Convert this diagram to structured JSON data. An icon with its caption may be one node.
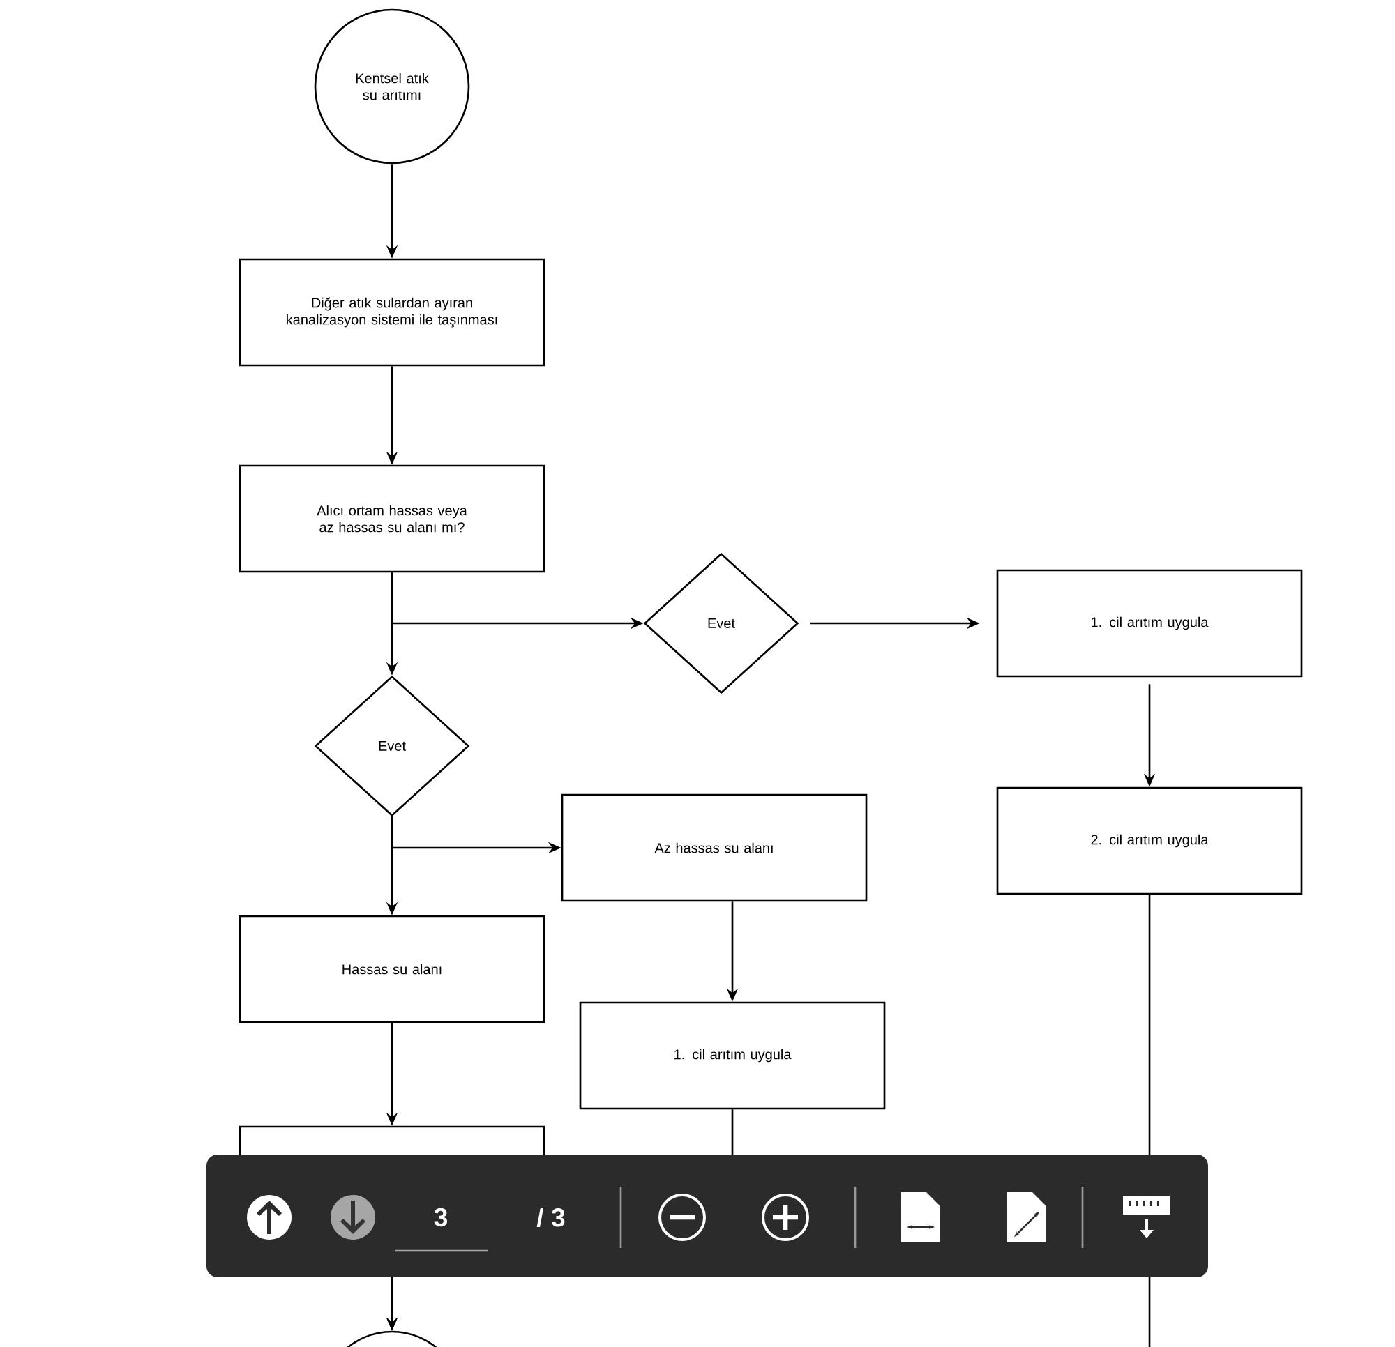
{
  "diagram": {
    "nodes": [
      {
        "text": [
          "Kentsel atık su arıtımı"
        ]
      },
      {
        "text": [
          "Diğer atık sulardan ayıran kanalizasyon sistemi ile taşınması"
        ]
      },
      {
        "text": [
          "Alıcı ortam hassas veya az hassas su alanı mı?"
        ]
      },
      {
        "text": [
          "Evet"
        ]
      },
      {
        "text": [
          "1. cil arıtım uygula"
        ]
      },
      {
        "text": [
          "Evet"
        ]
      },
      {
        "text": [
          "Az hassas su alanı"
        ]
      },
      {
        "text": [
          "2. cil arıtım uygula"
        ]
      },
      {
        "text": [
          "Hassas su alanı"
        ]
      },
      {
        "text": [
          "1. cil arıtım uygula"
        ]
      },
      {
        "text": [],
        "shape": "box"
      },
      {
        "text": [],
        "shape": "circle"
      }
    ],
    "edges": [
      {
        "from": 0,
        "to": 1,
        "arrow": "to"
      },
      {
        "from": 1,
        "to": 2,
        "arrow": "to"
      },
      {
        "from": 2,
        "to": 3,
        "arrow": "to"
      },
      {
        "from": 2,
        "to": 5,
        "arrow": "to"
      },
      {
        "from": 3,
        "to": 4,
        "arrow": "to"
      },
      {
        "from": 4,
        "to": 7,
        "arrow": "to"
      },
      {
        "from": 5,
        "to": 6,
        "arrow": "to"
      },
      {
        "from": 5,
        "to": 8,
        "arrow": "to"
      },
      {
        "from": 6,
        "to": 9,
        "arrow": "to"
      },
      {
        "from": 8,
        "to": 10,
        "arrow": "to"
      },
      {
        "from": 9,
        "to": 11,
        "arrow": "to"
      },
      {
        "from": 10,
        "to": 11,
        "arrow": "to"
      },
      {
        "from": 7,
        "to": null,
        "arrow": "none"
      }
    ],
    "labels": [
      "3",
      "/ 3"
    ]
  }
}
